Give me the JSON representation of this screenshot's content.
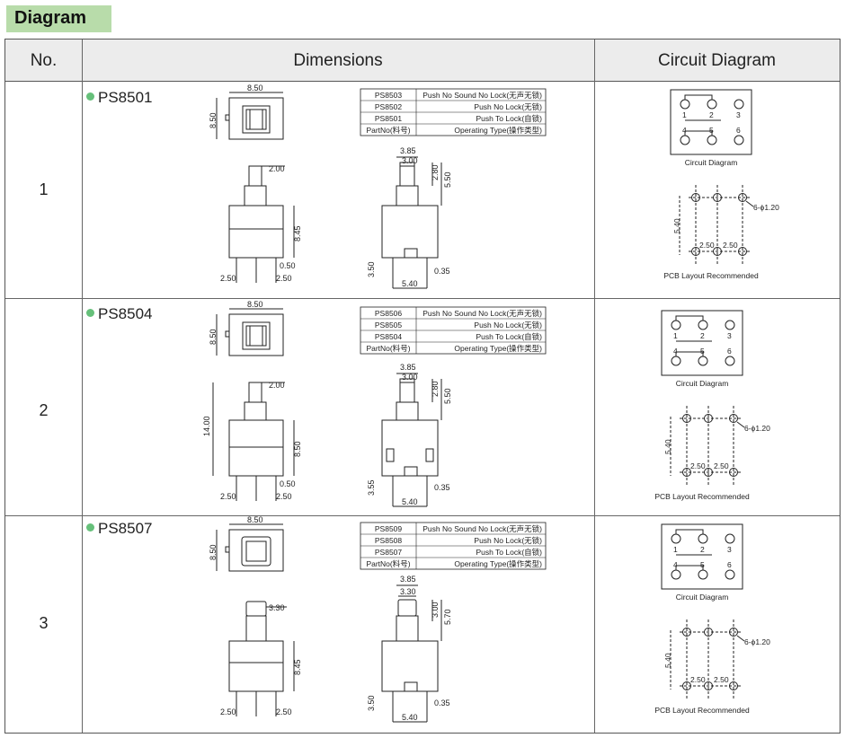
{
  "title": "Diagram",
  "headers": {
    "no": "No.",
    "dimensions": "Dimensions",
    "circuit": "Circuit Diagram"
  },
  "rows": [
    {
      "no": "1",
      "part": "PS8501",
      "table": [
        [
          "PS8503",
          "Push No Sound No Lock(无声无锁)"
        ],
        [
          "PS8502",
          "Push No Lock(无锁)"
        ],
        [
          "PS8501",
          "Push To Lock(自锁)"
        ],
        [
          "PartNo(料号)",
          "Operating Type(操作类型)"
        ]
      ],
      "dims": {
        "top_w": "8.50",
        "top_h": "8.50",
        "plunger": "2.00",
        "body_h": "8.45",
        "pitch_small": "0.50",
        "pitch_l": "2.50",
        "pitch_r": "2.50",
        "side_w1": "3.85",
        "side_w2": "3.00",
        "side_h1": "2.80",
        "side_h2": "5.50",
        "leg": "3.50",
        "lead": "0.35",
        "base": "5.40",
        "total": ""
      }
    },
    {
      "no": "2",
      "part": "PS8504",
      "table": [
        [
          "PS8506",
          "Push No Sound No Lock(无声无锁)"
        ],
        [
          "PS8505",
          "Push No Lock(无锁)"
        ],
        [
          "PS8504",
          "Push To Lock(自锁)"
        ],
        [
          "PartNo(料号)",
          "Operating Type(操作类型)"
        ]
      ],
      "dims": {
        "top_w": "8.50",
        "top_h": "8.50",
        "plunger": "2.00",
        "body_h": "8.50",
        "pitch_small": "0.50",
        "pitch_l": "2.50",
        "pitch_r": "2.50",
        "side_w1": "3.85",
        "side_w2": "3.00",
        "side_h1": "2.80",
        "side_h2": "5.50",
        "leg": "3.55",
        "lead": "0.35",
        "base": "5.40",
        "total": "14.00"
      }
    },
    {
      "no": "3",
      "part": "PS8507",
      "table": [
        [
          "PS8509",
          "Push No Sound No Lock(无声无锁)"
        ],
        [
          "PS8508",
          "Push No Lock(无锁)"
        ],
        [
          "PS8507",
          "Push To Lock(自锁)"
        ],
        [
          "PartNo(料号)",
          "Operating Type(操作类型)"
        ]
      ],
      "dims": {
        "top_w": "8.50",
        "top_h": "8.50",
        "plunger": "3.30",
        "body_h": "8.45",
        "pitch_small": "",
        "pitch_l": "2.50",
        "pitch_r": "2.50",
        "side_w1": "3.85",
        "side_w2": "3.30",
        "side_h1": "3.00",
        "side_h2": "5.70",
        "leg": "3.50",
        "lead": "0.35",
        "base": "5.40",
        "total": ""
      }
    }
  ],
  "circuit": {
    "pins_top": [
      "1",
      "2",
      "3"
    ],
    "pins_bottom": [
      "4",
      "5",
      "6"
    ],
    "circuit_label": "Circuit Diagram",
    "hole": "6-ϕ1.20",
    "height": "5.40",
    "pitch_a": "2.50",
    "pitch_b": "2.50",
    "pcb_label": "PCB Layout Recommended"
  },
  "colors": {
    "tab": "#b8dcaa",
    "header": "#ececec",
    "dot": "#66c07a"
  }
}
